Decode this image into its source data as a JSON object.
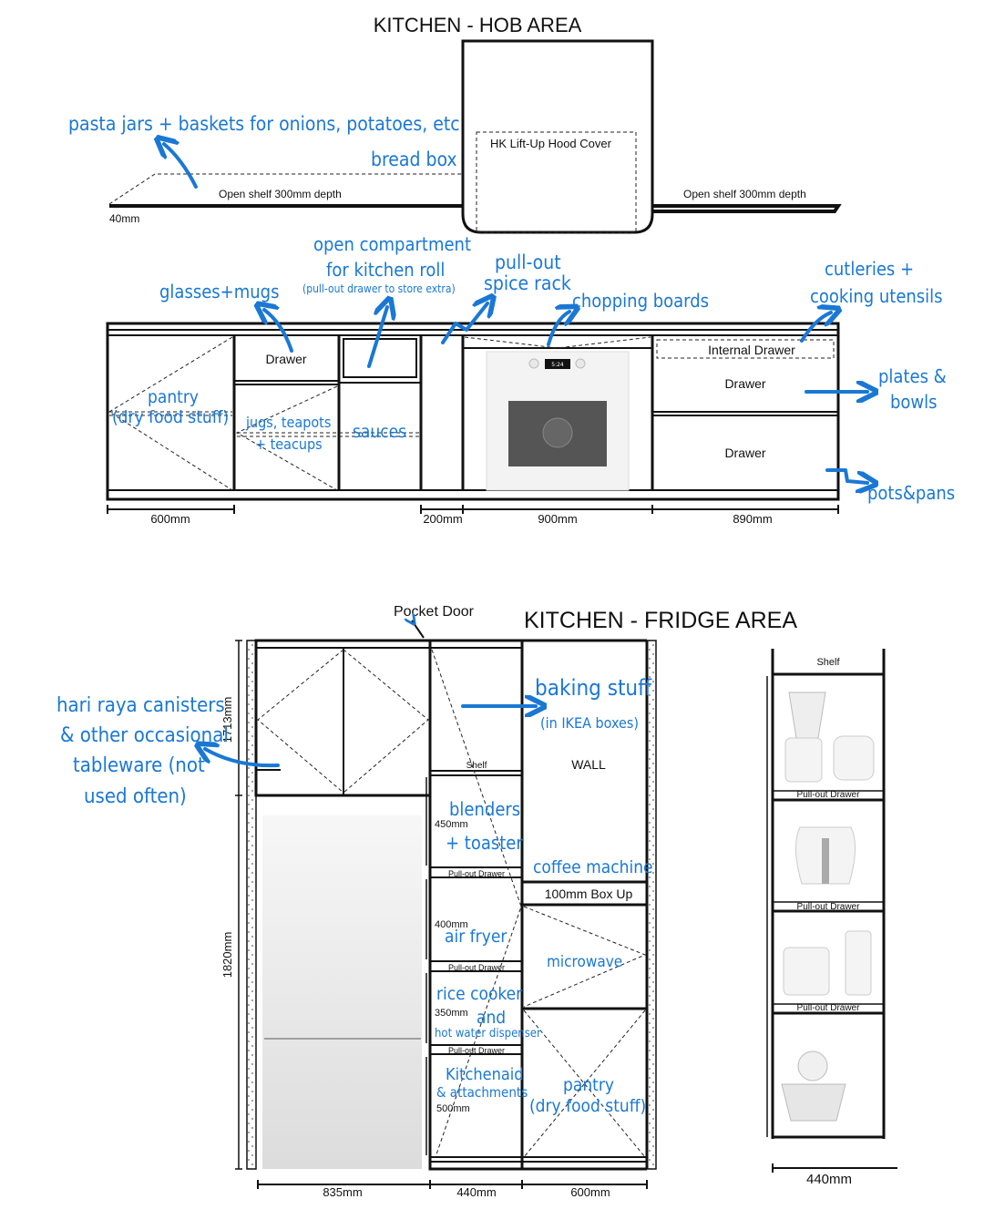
{
  "hob": {
    "title": "KITCHEN - HOB AREA",
    "hood_label": "HK Lift-Up Hood Cover",
    "shelf_left_label": "Open shelf 300mm depth",
    "shelf_right_label": "Open shelf 300mm depth",
    "shelf_thickness": "40mm",
    "drawer_label": "Drawer",
    "internal_drawer": "Internal Drawer",
    "drawer_upper": "Drawer",
    "drawer_lower": "Drawer",
    "oven_display": "5:24",
    "dims": [
      "600mm",
      "200mm",
      "900mm",
      "890mm"
    ],
    "notes": {
      "pasta": "pasta jars + baskets for onions, potatoes, etc",
      "bread": "bread box",
      "glasses": "glasses+mugs",
      "roll1": "open compartment",
      "roll2": "for kitchen roll",
      "roll3": "(pull-out drawer to store extra)",
      "spice1": "pull-out",
      "spice2": "spice rack",
      "chopping": "chopping boards",
      "cutl1": "cutleries +",
      "cutl2": "cooking utensils",
      "pantry1": "pantry",
      "pantry2": "(dry food stuff)",
      "jugs1": "jugs, teapots",
      "jugs2": "+ teacups",
      "sauces": "sauces",
      "plates1": "plates &",
      "plates2": "bowls",
      "pots": "pots&pans"
    }
  },
  "fridge": {
    "title": "KITCHEN - FRIDGE AREA",
    "pocket_door": "Pocket Door",
    "wall": "WALL",
    "shelf": "Shelf",
    "box_up": "100mm Box Up",
    "pullout": "Pull-out Drawer",
    "heights": [
      "450mm",
      "400mm",
      "350mm",
      "500mm"
    ],
    "vdims": [
      "1713mm",
      "1820mm"
    ],
    "dims": [
      "835mm",
      "440mm",
      "600mm"
    ],
    "notes": {
      "hari1": "hari raya canisters",
      "hari2": "& other occasional",
      "hari3": "tableware (not",
      "hari4": "used often)",
      "baking1": "baking stuff",
      "baking2": "(in IKEA boxes)",
      "blend1": "blenders",
      "blend2": "+ toaster",
      "coffee": "coffee machine",
      "air": "air fryer",
      "micro": "microwave",
      "rice1": "rice cooker",
      "rice2": "and",
      "rice3": "hot water dispenser",
      "kit1": "Kitchenaid",
      "kit2": "& attachments",
      "pantry1": "pantry",
      "pantry2": "(dry food stuff)"
    }
  },
  "side": {
    "shelf": "Shelf",
    "drawers": [
      "Pull-out Drawer",
      "Pull-out Drawer",
      "Pull-out Drawer"
    ],
    "width": "440mm"
  },
  "colors": {
    "annotation": "#1a78d4",
    "line": "#111111"
  }
}
